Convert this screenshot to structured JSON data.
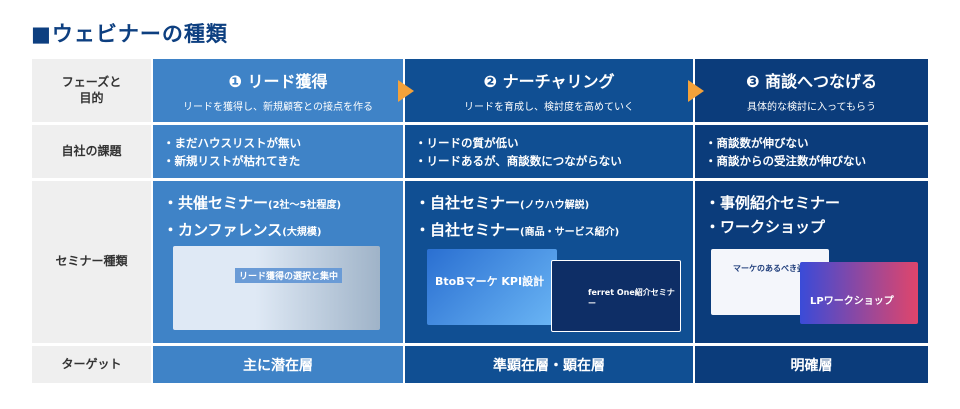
{
  "title": "■ウェビナーの種類",
  "colors": {
    "phase1": "#3f83c7",
    "phase2": "#104f93",
    "phase3": "#0b3c7b",
    "arrow": "#f4a23a",
    "label_bg": "#efefef"
  },
  "rows": {
    "phase": "フェーズと\n目的",
    "issues": "自社の課題",
    "seminar": "セミナー種類",
    "target": "ターゲット"
  },
  "phases": [
    {
      "title": "❶ リード獲得",
      "subtitle": "リードを獲得し、新規顧客との接点を作る",
      "issues": [
        "・まだハウスリストが無い",
        "・新規リストが枯れてきた"
      ],
      "seminars": [
        {
          "main": "・共催セミナー",
          "note": "(2社～5社程度)"
        },
        {
          "main": "・カンファレンス",
          "note": "(大規模)"
        }
      ],
      "target": "主に潜在層"
    },
    {
      "title": "❷ ナーチャリング",
      "subtitle": "リードを育成し、検討度を高めていく",
      "issues": [
        "・リードの質が低い",
        "・リードあるが、商談数につながらない"
      ],
      "seminars": [
        {
          "main": "・自社セミナー",
          "note": "(ノウハウ解説)"
        },
        {
          "main": "・自社セミナー",
          "note": "(商品・サービス紹介)"
        }
      ],
      "target": "準顕在層・顕在層"
    },
    {
      "title": "❸ 商談へつなげる",
      "subtitle": "具体的な検討に入ってもらう",
      "issues": [
        "・商談数が伸びない",
        "・商談からの受注数が伸びない"
      ],
      "seminars": [
        {
          "main": "・事例紹介セミナー",
          "note": ""
        },
        {
          "main": "・ワークショップ",
          "note": ""
        }
      ],
      "target": "明確層"
    }
  ],
  "banners": {
    "b1": "リード獲得の選択と集中",
    "b2": "BtoBマーケ KPI設計",
    "b3": "ferret One紹介セミナー",
    "b4": "マーケのあるべき姿",
    "b5": "LPワークショップ"
  }
}
